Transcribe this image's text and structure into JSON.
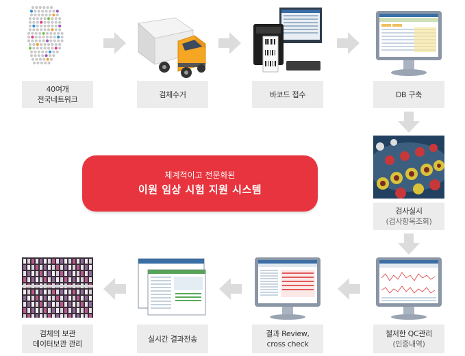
{
  "steps": [
    {
      "id": "network",
      "line1": "40여개",
      "line2": "전국네트워크"
    },
    {
      "id": "collect",
      "line1": "검체수거"
    },
    {
      "id": "barcode",
      "line1": "바코드 접수"
    },
    {
      "id": "db",
      "line1": "DB 구축"
    },
    {
      "id": "test",
      "line1": "검사실시",
      "sub": "(검사항목조회)"
    },
    {
      "id": "qc",
      "line1": "철저한 QC관리",
      "sub": "(인증내역)"
    },
    {
      "id": "review",
      "line1": "결과 Review,",
      "line2": "cross check"
    },
    {
      "id": "transfer",
      "line1": "실시간 결과전송"
    },
    {
      "id": "storage",
      "line1": "검체의 보관",
      "line2": "데이터보관 관리"
    }
  ],
  "center": {
    "line1": "체계적이고 전문화된",
    "line2": "이원 임상 시험 지원 시스템"
  },
  "colors": {
    "accent": "#e8343e",
    "label_bg": "#ececec",
    "arrow": "#dcdcdc"
  }
}
